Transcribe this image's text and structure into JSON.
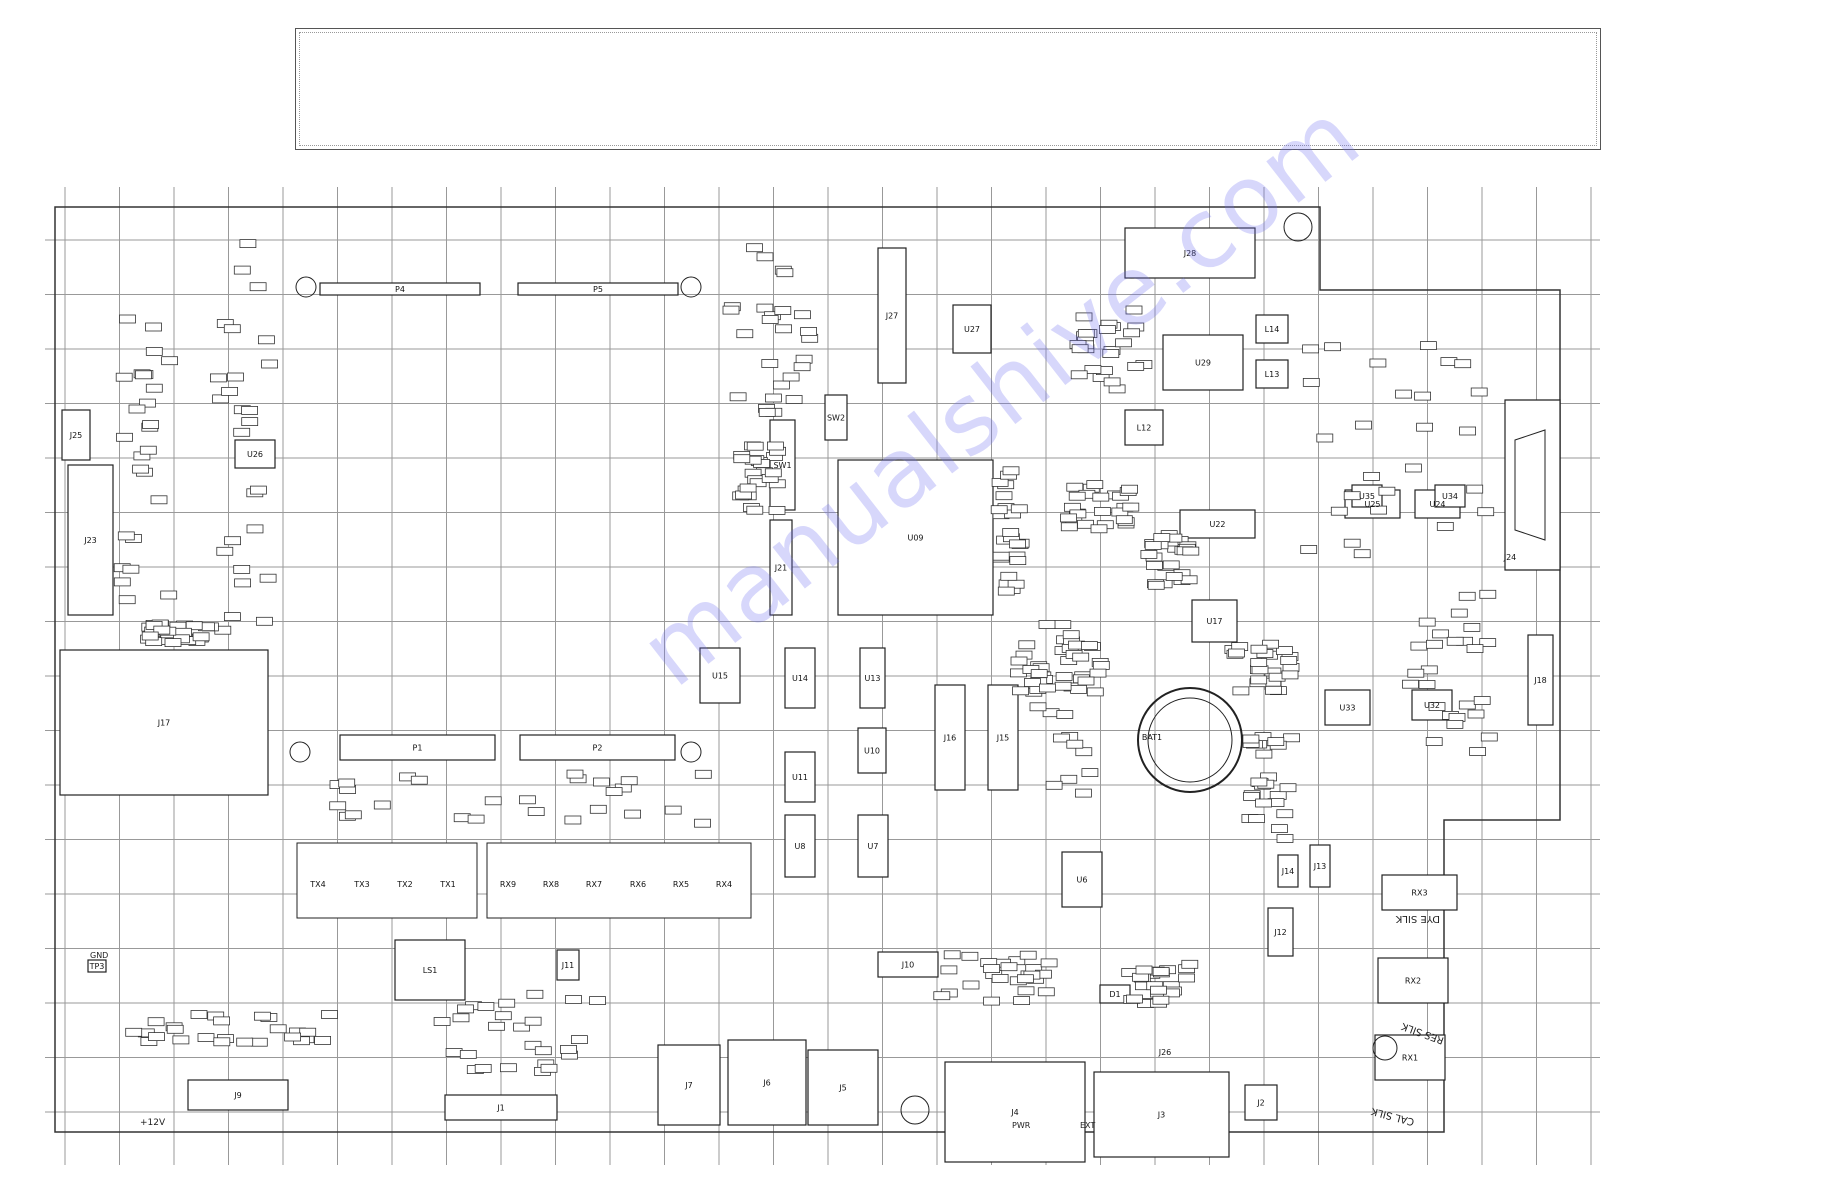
{
  "watermark": "manualshive.com",
  "components": [
    {
      "ref": "J17",
      "key": "j17"
    },
    {
      "ref": "J23",
      "key": "j23"
    },
    {
      "ref": "J24",
      "key": "j24"
    },
    {
      "ref": "U09",
      "key": "u09"
    },
    {
      "ref": "U29",
      "key": "u29"
    },
    {
      "ref": "U22",
      "key": "u22"
    },
    {
      "ref": "U25",
      "key": "u25"
    },
    {
      "ref": "U24",
      "key": "u24"
    },
    {
      "ref": "U26",
      "key": "u26"
    },
    {
      "ref": "U13",
      "key": "u13"
    },
    {
      "ref": "U14",
      "key": "u14"
    },
    {
      "ref": "U10",
      "key": "u10"
    },
    {
      "ref": "U11",
      "key": "u11"
    },
    {
      "ref": "U8",
      "key": "u8"
    },
    {
      "ref": "U7",
      "key": "u7"
    },
    {
      "ref": "U6",
      "key": "u6"
    },
    {
      "ref": "U15",
      "key": "u15"
    },
    {
      "ref": "U17",
      "key": "u17"
    },
    {
      "ref": "U33",
      "key": "u33"
    },
    {
      "ref": "U32",
      "key": "u32"
    },
    {
      "ref": "U34",
      "key": "u34"
    },
    {
      "ref": "U35",
      "key": "u35"
    },
    {
      "ref": "U27",
      "key": "u27"
    },
    {
      "ref": "J27",
      "key": "j27"
    },
    {
      "ref": "J21",
      "key": "j21"
    },
    {
      "ref": "J16",
      "key": "j16"
    },
    {
      "ref": "J15",
      "key": "j15"
    },
    {
      "ref": "J18",
      "key": "j18"
    },
    {
      "ref": "J10",
      "key": "j10"
    },
    {
      "ref": "J4",
      "key": "j4"
    },
    {
      "ref": "J3",
      "key": "j3"
    },
    {
      "ref": "J5",
      "key": "j5"
    },
    {
      "ref": "J6",
      "key": "j6"
    },
    {
      "ref": "J7",
      "key": "j7"
    },
    {
      "ref": "J1",
      "key": "j1"
    },
    {
      "ref": "J2",
      "key": "j2"
    },
    {
      "ref": "J9",
      "key": "j9"
    },
    {
      "ref": "J11",
      "key": "j11"
    },
    {
      "ref": "J12",
      "key": "j12"
    },
    {
      "ref": "J13",
      "key": "j13"
    },
    {
      "ref": "J14",
      "key": "j14"
    },
    {
      "ref": "J25",
      "key": "j25"
    },
    {
      "ref": "J28",
      "key": "j28"
    },
    {
      "ref": "P1",
      "key": "p1"
    },
    {
      "ref": "P2",
      "key": "p2"
    },
    {
      "ref": "P4",
      "key": "p4"
    },
    {
      "ref": "P5",
      "key": "p5"
    },
    {
      "ref": "BAT1",
      "key": "bat1"
    },
    {
      "ref": "LS1",
      "key": "ls1"
    },
    {
      "ref": "SW1",
      "key": "sw1"
    },
    {
      "ref": "SW2",
      "key": "sw2"
    },
    {
      "ref": "TX4",
      "key": "tx4"
    },
    {
      "ref": "TX3",
      "key": "tx3"
    },
    {
      "ref": "TX2",
      "key": "tx2"
    },
    {
      "ref": "TX1",
      "key": "tx1"
    },
    {
      "ref": "RX9",
      "key": "rx9"
    },
    {
      "ref": "RX8",
      "key": "rx8"
    },
    {
      "ref": "RX7",
      "key": "rx7"
    },
    {
      "ref": "RX6",
      "key": "rx6"
    },
    {
      "ref": "RX5",
      "key": "rx5"
    },
    {
      "ref": "RX4",
      "key": "rx4"
    },
    {
      "ref": "RX3",
      "key": "rx3"
    },
    {
      "ref": "RX2",
      "key": "rx2"
    },
    {
      "ref": "RX1",
      "key": "rx1"
    },
    {
      "ref": "L12",
      "key": "l12"
    },
    {
      "ref": "L13",
      "key": "l13"
    },
    {
      "ref": "L14",
      "key": "l14"
    },
    {
      "ref": "D1",
      "key": "d1"
    },
    {
      "ref": "J26",
      "key": "j26"
    },
    {
      "ref": "TP3",
      "key": "tp3"
    }
  ],
  "silk_labels": {
    "dye_silk": "DYE SILK",
    "res_silk": "RES SILK",
    "cal_silk": "CAL SILK",
    "plus12v": "+12V",
    "gnd": "GND",
    "pwr": "PWR",
    "ext": "EXT"
  }
}
